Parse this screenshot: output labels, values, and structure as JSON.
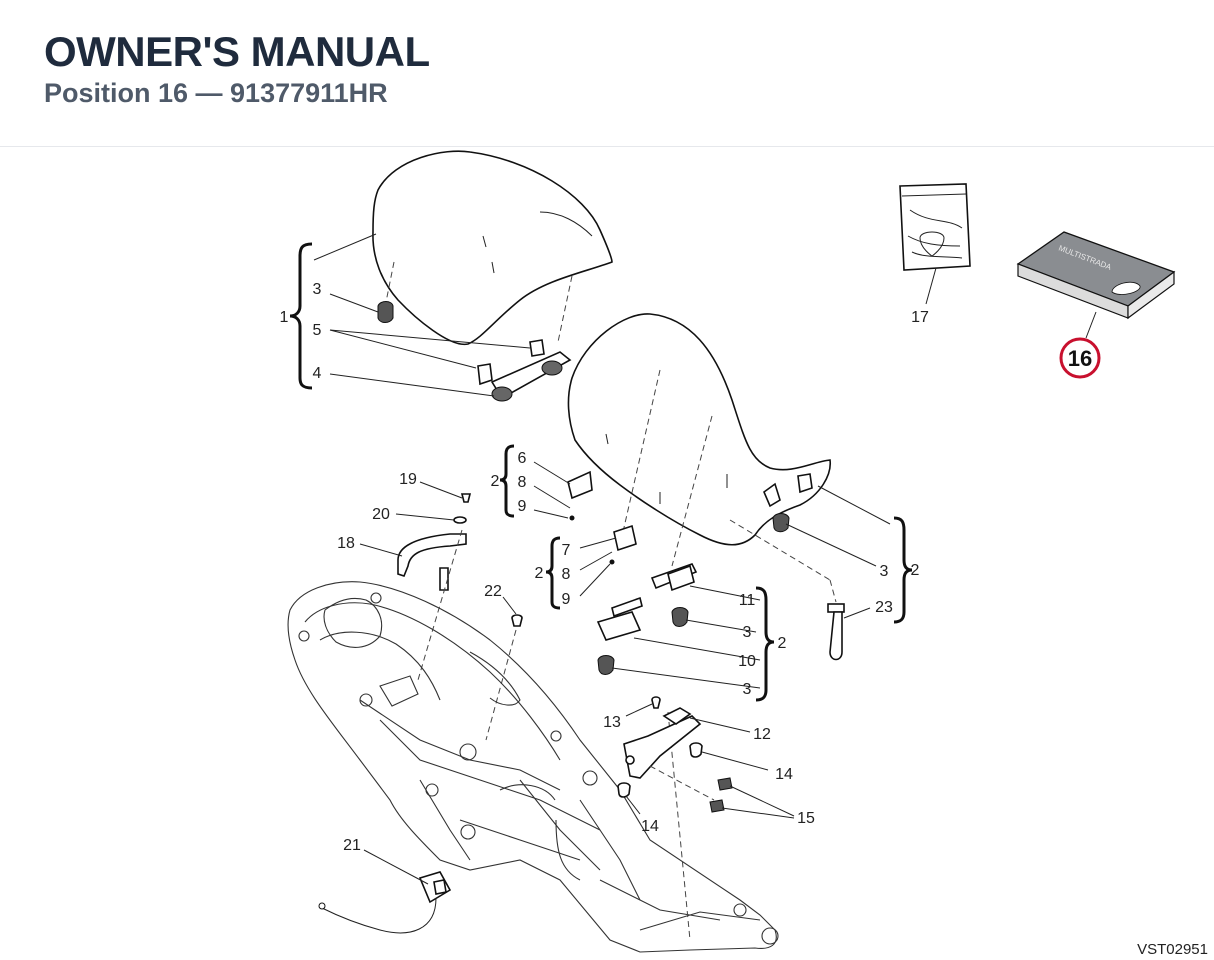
{
  "header": {
    "title": "OWNER'S MANUAL",
    "subtitle": "Position 16 — 91377911HR"
  },
  "callouts": {
    "c1": "1",
    "c3a": "3",
    "c5": "5",
    "c4": "4",
    "c2a": "2",
    "c6": "6",
    "c8a": "8",
    "c9a": "9",
    "c2b": "2",
    "c7": "7",
    "c8b": "8",
    "c9b": "9",
    "c19": "19",
    "c20": "20",
    "c18": "18",
    "c22": "22",
    "c11": "11",
    "c3b": "3",
    "c10": "10",
    "c3c": "3",
    "c2c": "2",
    "c3d": "3",
    "c2d": "2",
    "c23": "23",
    "c13": "13",
    "c12": "12",
    "c14a": "14",
    "c14b": "14",
    "c15": "15",
    "c21": "21",
    "c17": "17",
    "c16": "16"
  },
  "book": {
    "cover_text": "MULTISTRADA"
  },
  "reference_code": "VST02951",
  "colors": {
    "highlight_ring": "#c8102e",
    "title": "#1f2b3d",
    "subtitle": "#4f5a69"
  }
}
